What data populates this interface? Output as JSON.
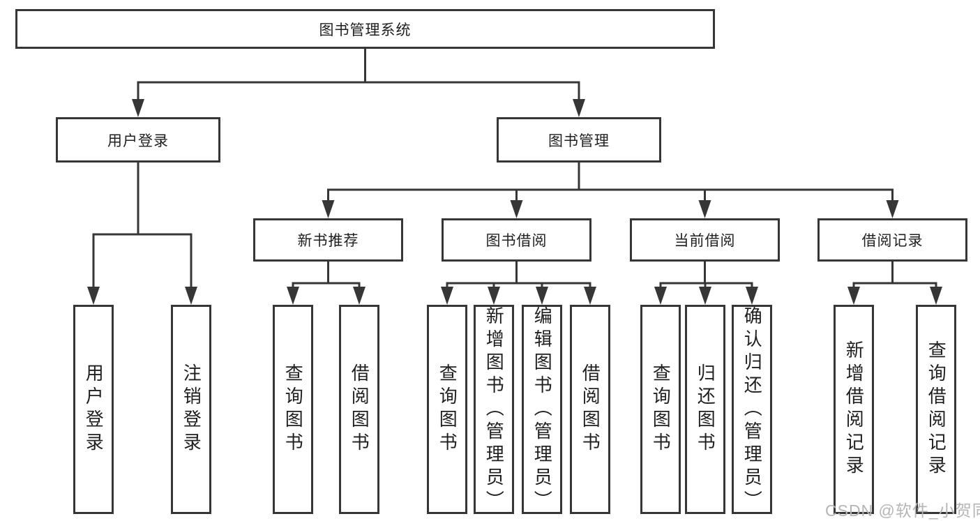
{
  "diagram": {
    "root": {
      "label": "图书管理系统"
    },
    "level2": [
      {
        "label": "用户登录"
      },
      {
        "label": "图书管理"
      }
    ],
    "level3": [
      {
        "label": "新书推荐",
        "parent": "图书管理"
      },
      {
        "label": "图书借阅",
        "parent": "图书管理"
      },
      {
        "label": "当前借阅",
        "parent": "图书管理"
      },
      {
        "label": "借阅记录",
        "parent": "图书管理"
      }
    ],
    "leaves": [
      {
        "label": "用户登录",
        "parent": "用户登录"
      },
      {
        "label": "注销登录",
        "parent": "用户登录"
      },
      {
        "label": "查询图书",
        "parent": "新书推荐"
      },
      {
        "label": "借阅图书",
        "parent": "新书推荐"
      },
      {
        "label": "查询图书",
        "parent": "图书借阅"
      },
      {
        "label": "新增图书（管理员）",
        "parent": "图书借阅"
      },
      {
        "label": "编辑图书（管理员）",
        "parent": "图书借阅"
      },
      {
        "label": "借阅图书",
        "parent": "图书借阅"
      },
      {
        "label": "查询图书",
        "parent": "当前借阅"
      },
      {
        "label": "归还图书",
        "parent": "当前借阅"
      },
      {
        "label": "确认归还（管理员）",
        "parent": "当前借阅"
      },
      {
        "label": "新增借阅记录",
        "parent": "借阅记录"
      },
      {
        "label": "查询借阅记录",
        "parent": "借阅记录"
      }
    ],
    "watermark": "CSDN @软件_小贺同学",
    "colors": {
      "line": "#363636",
      "text": "#1f1f1f",
      "watermark": "#b5b5b5",
      "background": "#ffffff"
    }
  }
}
